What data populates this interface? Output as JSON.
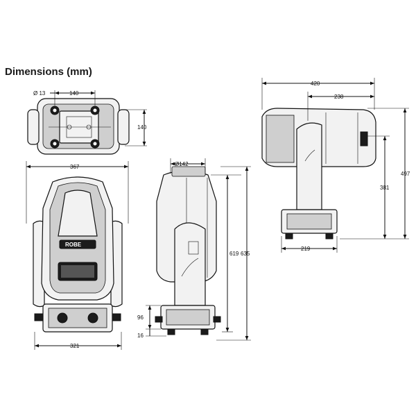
{
  "title": "Dimensions (mm)",
  "brand_label": "ROBE",
  "dimensions": {
    "hole_diameter": "Ø 13",
    "bolt_spacing": "140",
    "base_depth": "140",
    "head_width": "367",
    "base_width_front": "321",
    "lens_diameter": "Ø142",
    "side_height_total": "635",
    "side_height_yoke": "619",
    "base_height": "96",
    "foot_height": "16",
    "top_length": "420",
    "top_offset": "238",
    "top_height_total": "497",
    "top_height_yoke": "381",
    "base_width_side": "219"
  }
}
